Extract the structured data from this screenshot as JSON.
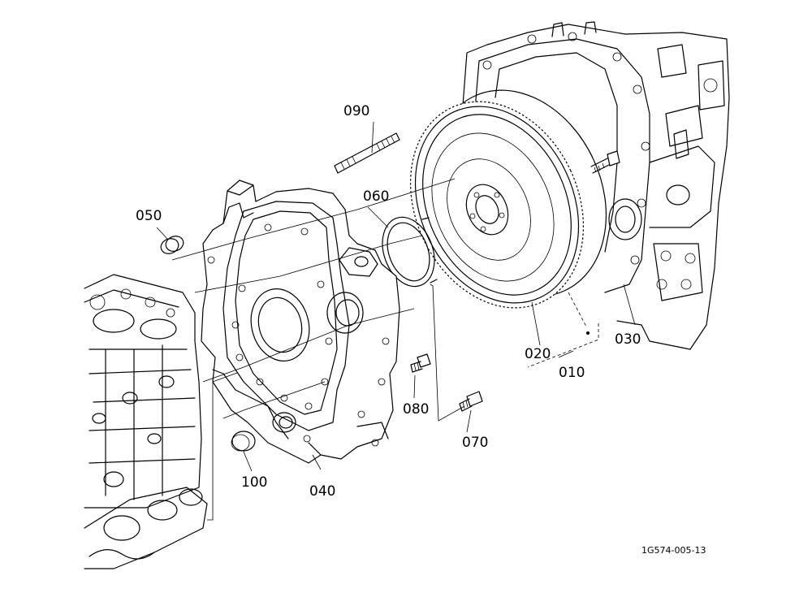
{
  "diagram": {
    "parts": {
      "p010": "010",
      "p020": "020",
      "p030": "030",
      "p040": "040",
      "p050": "050",
      "p060": "060",
      "p070": "070",
      "p080": "080",
      "p090": "090",
      "p100": "100"
    },
    "figure_code": "1G574-005-13"
  }
}
